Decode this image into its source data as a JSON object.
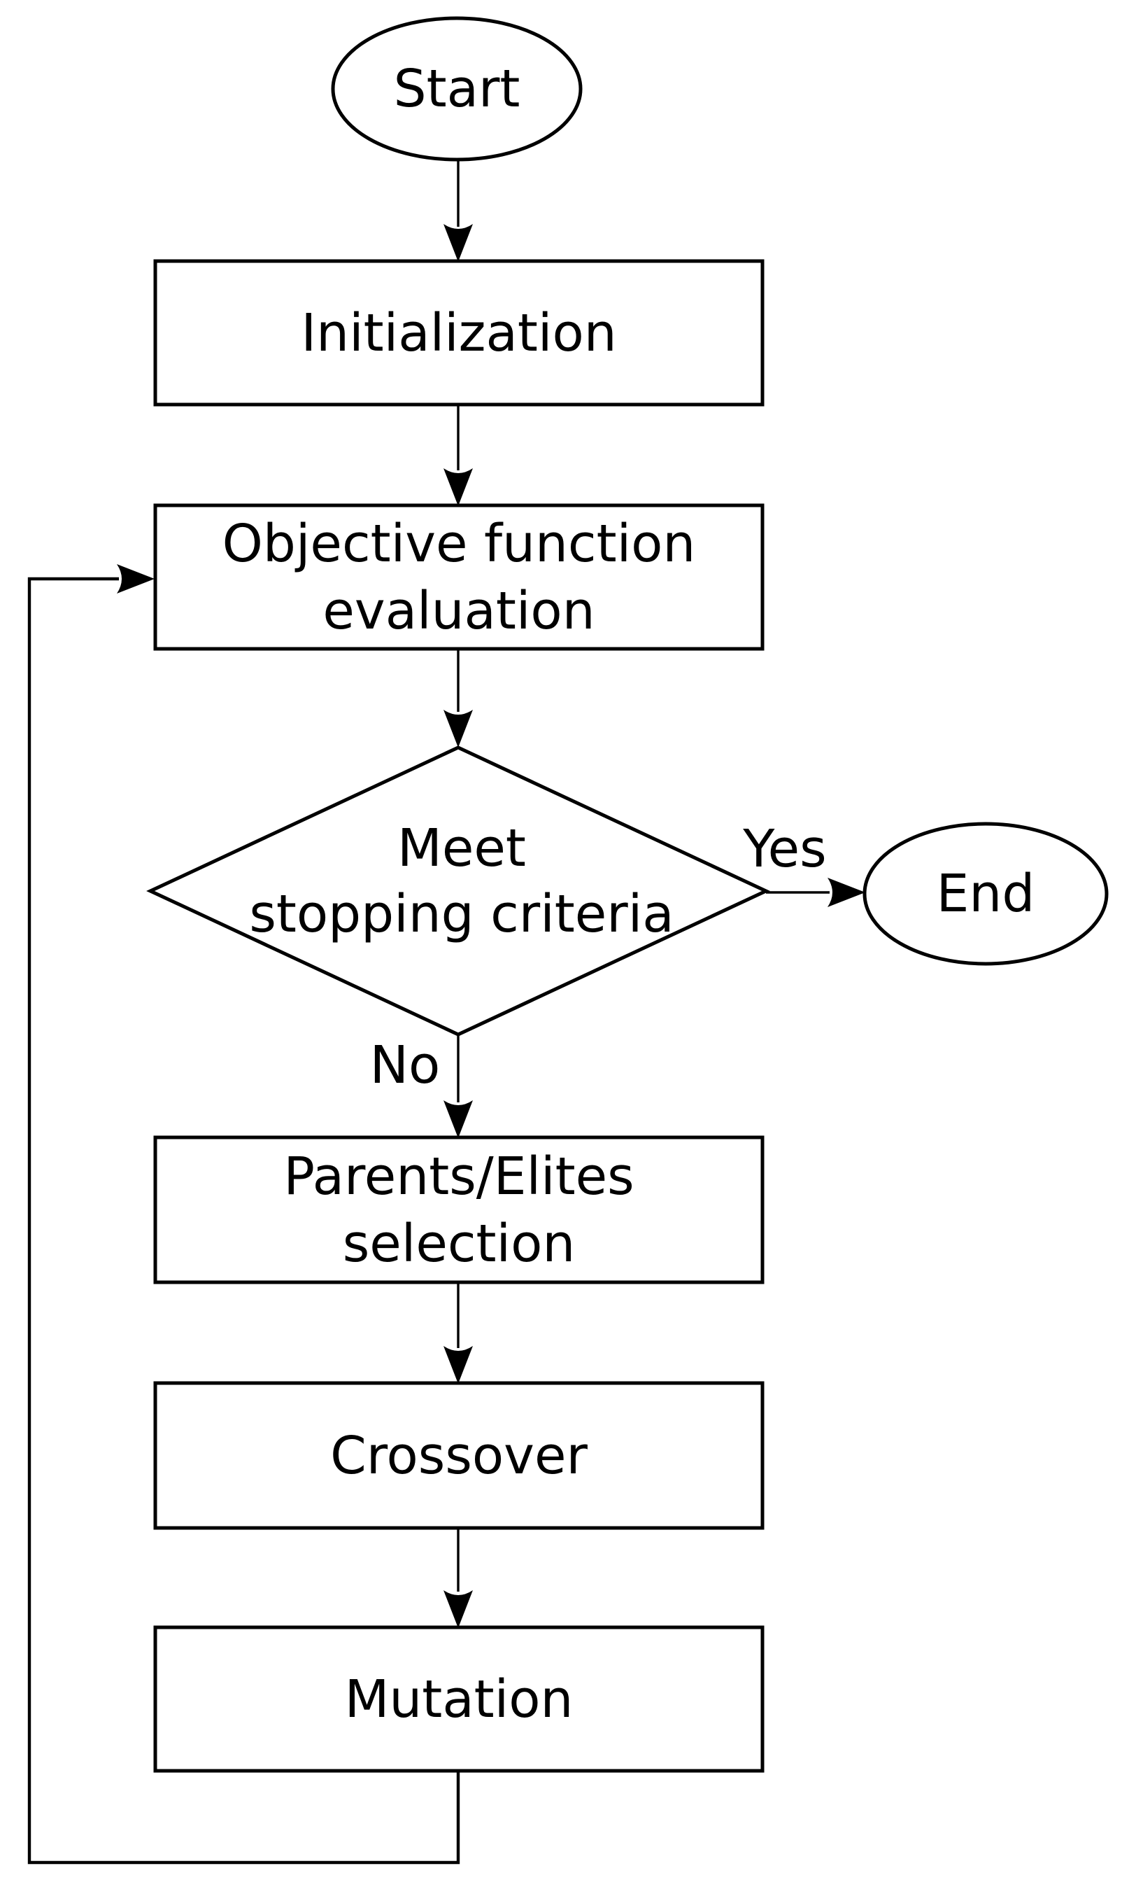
{
  "colors": {
    "background": "#ffffff",
    "line": "#000000",
    "text": "#000000"
  },
  "flowchart": {
    "start": {
      "label": "Start"
    },
    "initialization": {
      "label": "Initialization"
    },
    "objective": {
      "line1": "Objective function",
      "line2": "evaluation"
    },
    "decision": {
      "line1": "Meet",
      "line2": "stopping criteria"
    },
    "end": {
      "label": "End"
    },
    "parents": {
      "line1": "Parents/Elites",
      "line2": "selection"
    },
    "crossover": {
      "label": "Crossover"
    },
    "mutation": {
      "label": "Mutation"
    },
    "branch_labels": {
      "yes": "Yes",
      "no": "No"
    }
  }
}
